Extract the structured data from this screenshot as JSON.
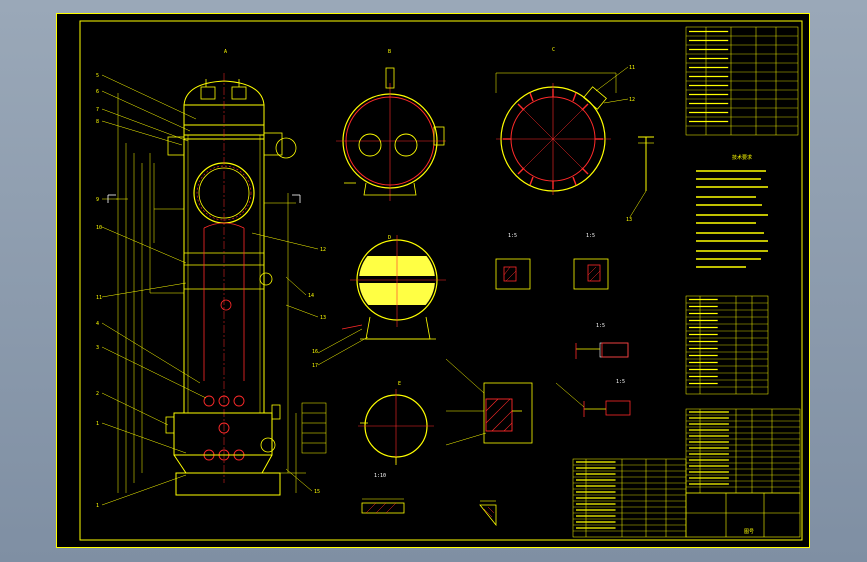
{
  "drawing": {
    "colors": {
      "background": "#000000",
      "outline": "#ffff00",
      "centerline": "#ff2a2a",
      "annotation": "#ffffff",
      "fill": "#ffff44",
      "hatch": "#ff2a2a",
      "surround": "#8e9cb0"
    },
    "sections": [
      {
        "label": "A"
      },
      {
        "label": "B"
      },
      {
        "label": "C"
      },
      {
        "label": "D"
      }
    ],
    "labels": {
      "scale_1": "1:10",
      "scale_2": "1:5",
      "scale_3": "1:5",
      "scale_4": "1:5",
      "scale_5": "1:5",
      "note_title": "技术要求",
      "title_block": "图号"
    }
  }
}
